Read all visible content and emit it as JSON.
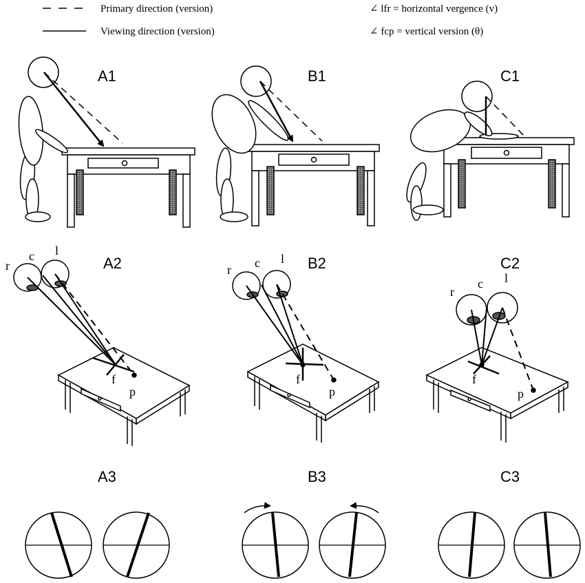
{
  "legend": {
    "primary_label": "Primary direction (version)",
    "viewing_label": "Viewing direction (version)",
    "lfr_label": "∠ lfr = horizontal vergence (v)",
    "fcp_label": "∠ fcp = vertical version (θ)"
  },
  "panels": {
    "a1": "A1",
    "b1": "B1",
    "c1": "C1",
    "a2": "A2",
    "b2": "B2",
    "c2": "C2",
    "a3": "A3",
    "b3": "B3",
    "c3": "C3"
  },
  "eye_labels": {
    "r": "r",
    "c": "c",
    "l": "l",
    "f": "f",
    "p": "p"
  },
  "colors": {
    "ink": "#000000",
    "paper": "#ffffff",
    "leg_fill": "#555555"
  }
}
